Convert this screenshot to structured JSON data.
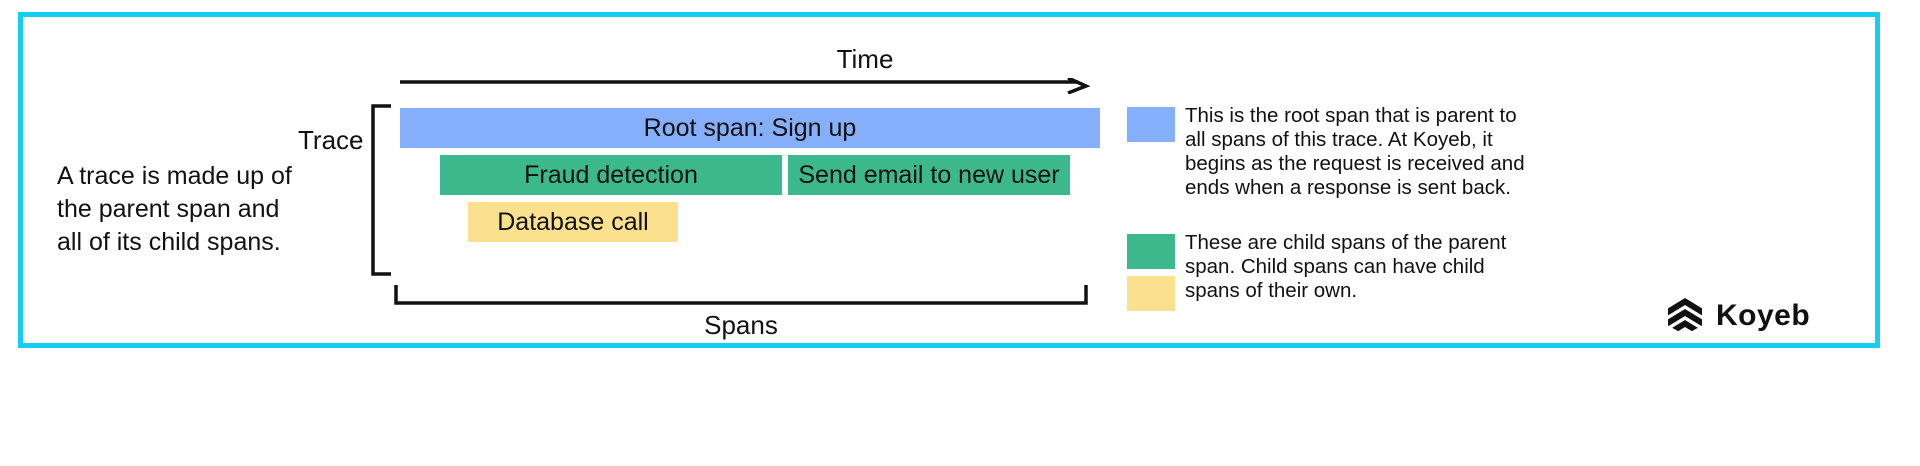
{
  "theme": {
    "frame_border": "#18CDF2",
    "root_span_color": "#85AEFB",
    "child_span_color": "#3CB98C",
    "grandchild_span_color": "#FBE08E",
    "text_color": "#111111",
    "background": "#ffffff"
  },
  "intro": {
    "text": "A trace is made up of\nthe parent span and\nall of its child spans."
  },
  "axis": {
    "time_label": "Time",
    "trace_label": "Trace",
    "spans_label": "Spans"
  },
  "spans": {
    "root": {
      "label": "Root span: Sign up",
      "color": "#85AEFB"
    },
    "children": [
      {
        "label": "Fraud detection",
        "color": "#3CB98C"
      },
      {
        "label": "Send email to new user",
        "color": "#3CB98C"
      }
    ],
    "grandchildren": [
      {
        "label": "Database call",
        "color": "#FBE08E"
      }
    ]
  },
  "legend": {
    "items": [
      {
        "swatches": [
          "#85AEFB"
        ],
        "text": "This is the root span that is parent to all spans of this trace. At Koyeb, it begins as the request is received and ends when a response is sent back."
      },
      {
        "swatches": [
          "#3CB98C",
          "#FBE08E"
        ],
        "text": "These are child spans of the parent span. Child spans can have child spans of their own."
      }
    ]
  },
  "logo": {
    "wordmark": "Koyeb"
  }
}
